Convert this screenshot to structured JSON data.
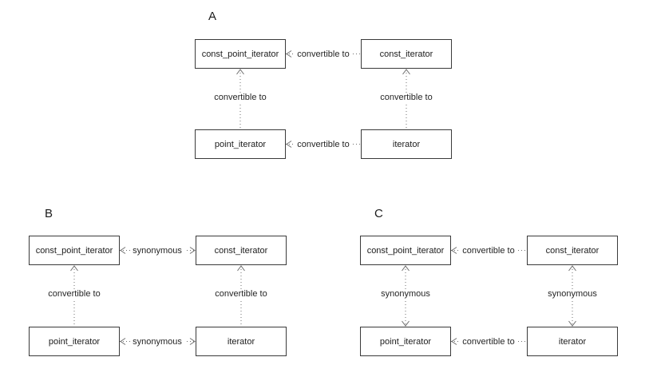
{
  "colors": {
    "background": "#ffffff",
    "box_border": "#3a3a3a",
    "line": "#6f6f6f",
    "text": "#1c1c1c"
  },
  "diagrams": [
    {
      "label": "A",
      "boxes": [
        {
          "label": "const_point_iterator"
        },
        {
          "label": "const_iterator"
        },
        {
          "label": "point_iterator"
        },
        {
          "label": "iterator"
        }
      ],
      "edges": [
        {
          "label": "convertible to",
          "from": "const_iterator",
          "to": "const_point_iterator",
          "direction": "one-way"
        },
        {
          "label": "convertible to",
          "from": "point_iterator",
          "to": "const_point_iterator",
          "direction": "one-way"
        },
        {
          "label": "convertible to",
          "from": "iterator",
          "to": "const_iterator",
          "direction": "one-way"
        },
        {
          "label": "convertible to",
          "from": "iterator",
          "to": "point_iterator",
          "direction": "one-way"
        }
      ]
    },
    {
      "label": "B",
      "boxes": [
        {
          "label": "const_point_iterator"
        },
        {
          "label": "const_iterator"
        },
        {
          "label": "point_iterator"
        },
        {
          "label": "iterator"
        }
      ],
      "edges": [
        {
          "label": "synonymous",
          "from": "const_point_iterator",
          "to": "const_iterator",
          "direction": "two-way"
        },
        {
          "label": "convertible to",
          "from": "point_iterator",
          "to": "const_point_iterator",
          "direction": "one-way"
        },
        {
          "label": "convertible to",
          "from": "iterator",
          "to": "const_iterator",
          "direction": "one-way"
        },
        {
          "label": "synonymous",
          "from": "point_iterator",
          "to": "iterator",
          "direction": "two-way"
        }
      ]
    },
    {
      "label": "C",
      "boxes": [
        {
          "label": "const_point_iterator"
        },
        {
          "label": "const_iterator"
        },
        {
          "label": "point_iterator"
        },
        {
          "label": "iterator"
        }
      ],
      "edges": [
        {
          "label": "convertible to",
          "from": "const_iterator",
          "to": "const_point_iterator",
          "direction": "one-way"
        },
        {
          "label": "synonymous",
          "from": "const_point_iterator",
          "to": "point_iterator",
          "direction": "two-way"
        },
        {
          "label": "synonymous",
          "from": "const_iterator",
          "to": "iterator",
          "direction": "two-way"
        },
        {
          "label": "convertible to",
          "from": "iterator",
          "to": "point_iterator",
          "direction": "one-way"
        }
      ]
    }
  ]
}
